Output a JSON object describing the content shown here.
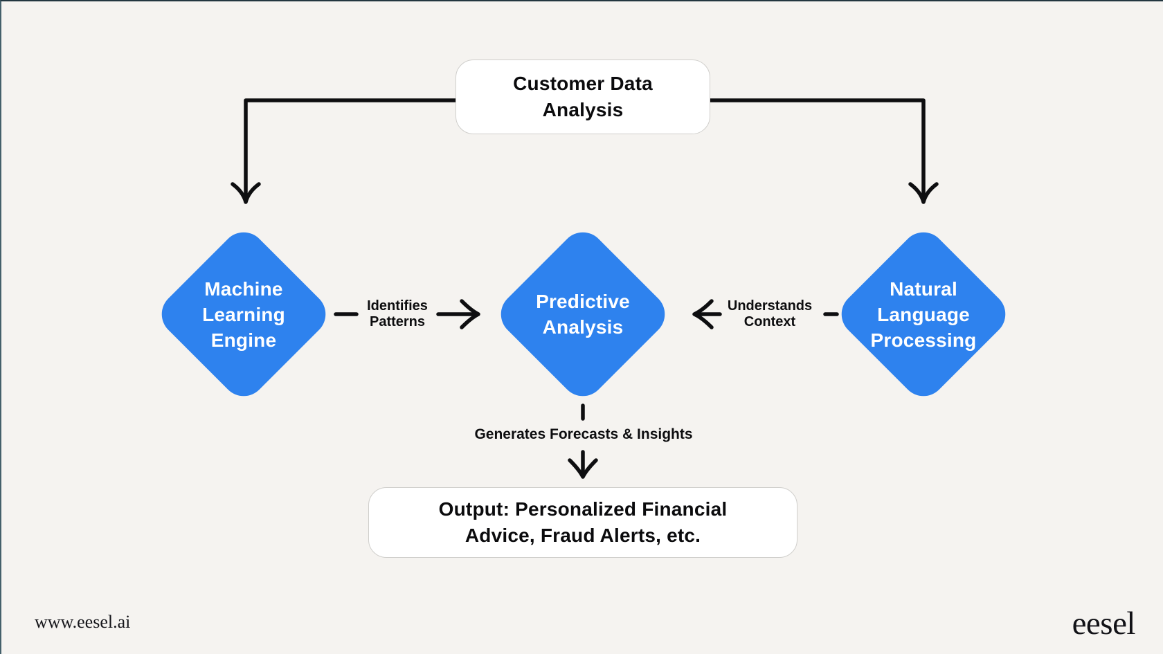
{
  "page": {
    "background_color": "#f5f3f0",
    "accent_blue": "#2e82ee",
    "connector_color": "#0e0e10"
  },
  "nodes": {
    "top_box": {
      "label": "Customer Data Analysis"
    },
    "ml_engine": {
      "label": "Machine Learning Engine"
    },
    "predictive": {
      "label": "Predictive Analysis"
    },
    "nlp": {
      "label": "Natural Language Processing"
    },
    "output_box": {
      "label": "Output: Personalized Financial Advice, Fraud Alerts, etc."
    }
  },
  "edges": {
    "identifies": {
      "label": "Identifies Patterns"
    },
    "understands": {
      "label": "Understands Context"
    },
    "generates": {
      "label": "Generates Forecasts & Insights"
    }
  },
  "footer": {
    "website": "www.eesel.ai",
    "logo": "eesel"
  }
}
